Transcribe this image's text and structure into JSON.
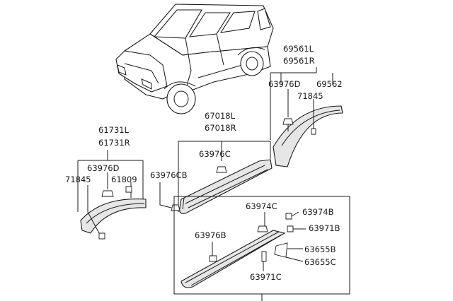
{
  "labels": {
    "p69561l": "69561L",
    "p69561r": "69561R",
    "p63976d_r": "63976D",
    "p69562": "69562",
    "p71845_r": "71845",
    "p67018l": "67018L",
    "p67018r": "67018R",
    "p63976c": "63976C",
    "p63976cb": "63976CB",
    "p61731l": "61731L",
    "p61731r": "61731R",
    "p63976d_l": "63976D",
    "p71845_l": "71845",
    "p61809": "61809",
    "p63974c": "63974C",
    "p63974b": "63974B",
    "p63971b": "63971B",
    "p63976b": "63976B",
    "p63655b": "63655B",
    "p63655c": "63655C",
    "p63971c": "63971C"
  }
}
